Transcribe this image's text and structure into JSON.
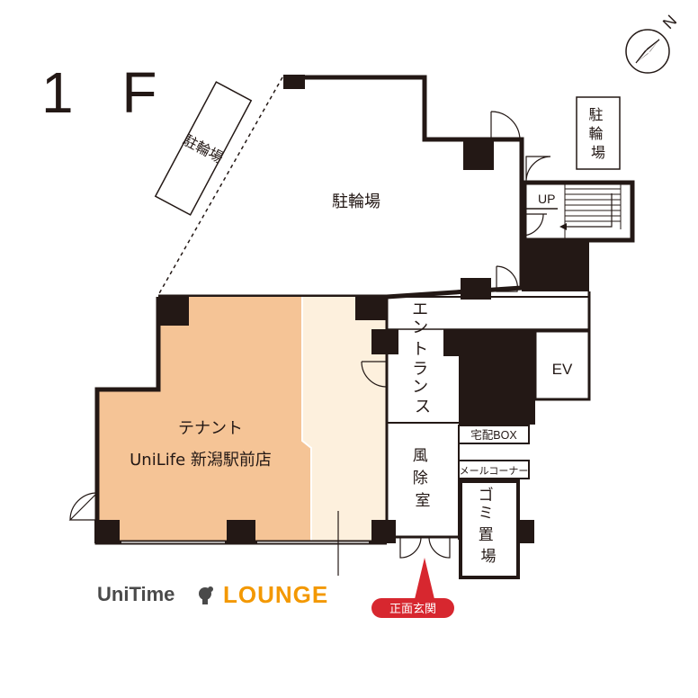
{
  "floor_label": "1 F",
  "compass": {
    "north": "N"
  },
  "rooms": {
    "bicycle_parking_main": "駐輪場",
    "bicycle_parking_outside_left": "駐輪場",
    "bicycle_parking_outside_right": "駐輪場",
    "entrance": "エントランス",
    "windbreak_room": "風除室",
    "trash_room": "ゴミ置場",
    "ev": "EV",
    "up": "UP",
    "delivery_box": "宅配BOX",
    "mail_corner": "メールコーナー",
    "tenant_line1": "テナント",
    "tenant_line2": "UniLife 新潟駅前店"
  },
  "main_entrance": "正面玄関",
  "logo": {
    "brand": "UniTime",
    "sub": "LOUNGE"
  },
  "colors": {
    "tenant": "#f5c496",
    "lounge": "#fdf0dd",
    "wall": "#231815",
    "logo_orange": "#f39800",
    "entrance_badge": "#d7272f"
  }
}
